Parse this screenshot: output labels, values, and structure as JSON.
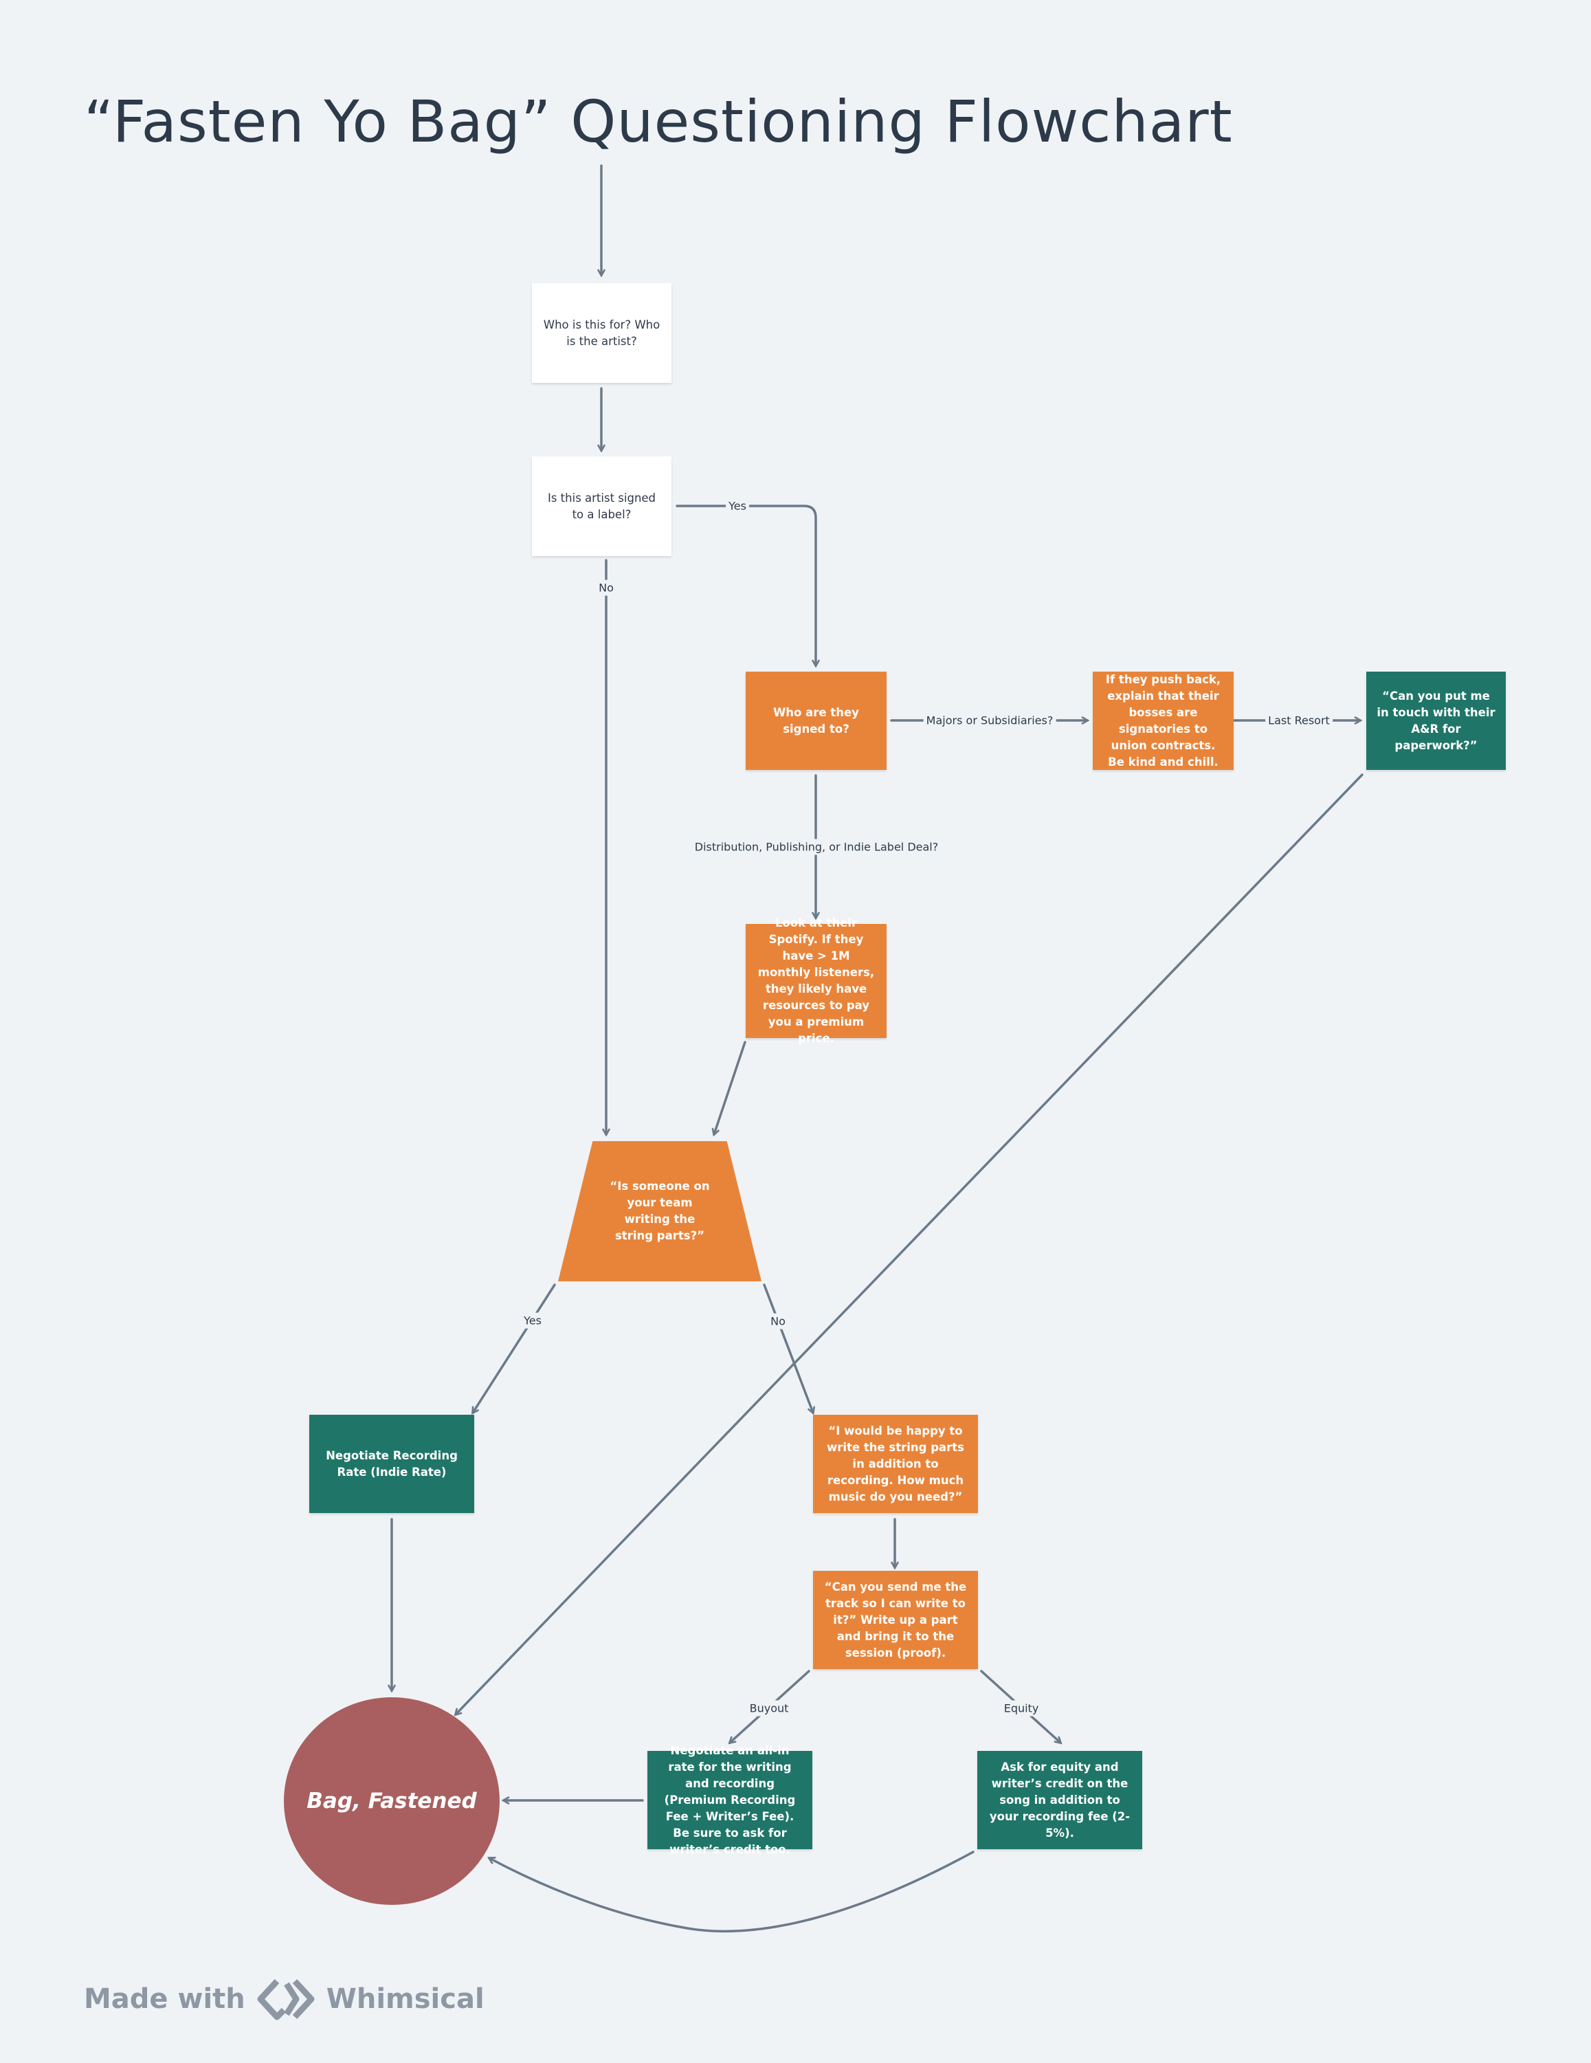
{
  "title": "“Fasten Yo Bag” Questioning Flowchart",
  "nodes": {
    "who_for": "Who is this for? Who is the artist?",
    "is_signed": "Is this artist signed to a label?",
    "who_signed": "Who are they signed to?",
    "push_back": "If they push back, explain that their bosses are signatories to union contracts. Be kind and chill.",
    "put_in_touch": "“Can you put me in touch with their A&R for paperwork?”",
    "spotify": "Look at their Spotify. If they have > 1M monthly listeners, they likely have resources to pay you a premium price.",
    "string_parts": "“Is someone on your team writing the string parts?”",
    "negotiate_recording": "Negotiate Recording Rate (Indie Rate)",
    "happy_to_write": "“I would be happy to write the string parts in addition to recording. How much music do you need?”",
    "send_track": "“Can you send me the track so I can write to it?” Write up a part and bring it to the session (proof).",
    "all_in_rate": "Negotiate an all-in rate for the writing and recording (Premium Recording Fee + Writer’s Fee). Be sure to ask for writer’s credit too.",
    "equity": "Ask for equity and writer’s credit on the song in addition to your recording fee (2-5%).",
    "bag_fastened": "Bag, Fastened"
  },
  "edge_labels": {
    "yes_signed": "Yes",
    "no_signed": "No",
    "majors": "Majors or Subsidiaries?",
    "last_resort": "Last Resort",
    "distribution": "Distribution, Publishing, or Indie Label Deal?",
    "yes_team": "Yes",
    "no_team": "No",
    "buyout": "Buyout",
    "equity": "Equity"
  },
  "footer": {
    "made_with": "Made with",
    "brand": "Whimsical"
  },
  "colors": {
    "background": "#f0f3f6",
    "orange": "#e8843a",
    "green": "#1f7668",
    "circle": "#a95f5f",
    "edge": "#6b7a89"
  }
}
